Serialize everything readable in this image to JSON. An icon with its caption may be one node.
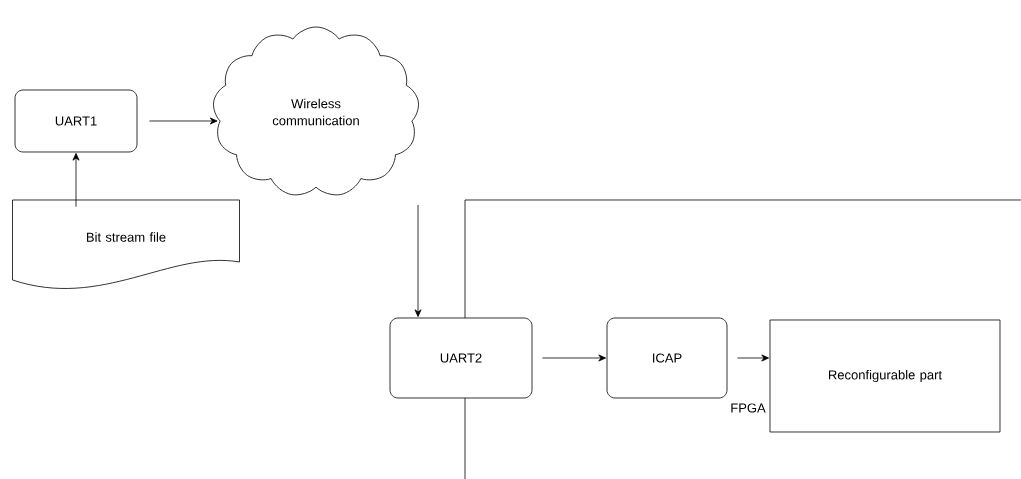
{
  "diagram": {
    "nodes": [
      {
        "text": [
          "UART1"
        ]
      },
      {
        "text": [
          "Wireless communication"
        ]
      },
      {
        "text": [
          "Bit stream file"
        ]
      },
      {
        "text": [
          "FPGA"
        ]
      },
      {
        "text": [
          "UART2"
        ]
      },
      {
        "text": [
          "ICAP"
        ],
        "in": 3
      },
      {
        "text": [
          "Reconfigurable part"
        ],
        "in": 3
      }
    ],
    "edges": [
      {
        "from": 2,
        "to": 0,
        "arrow": "to"
      },
      {
        "from": 0,
        "to": 1,
        "arrow": "to"
      },
      {
        "from": 1,
        "to": 4,
        "arrow": "to"
      },
      {
        "from": 4,
        "to": 5,
        "arrow": "to"
      },
      {
        "from": 5,
        "to": 6,
        "arrow": "to"
      }
    ]
  }
}
